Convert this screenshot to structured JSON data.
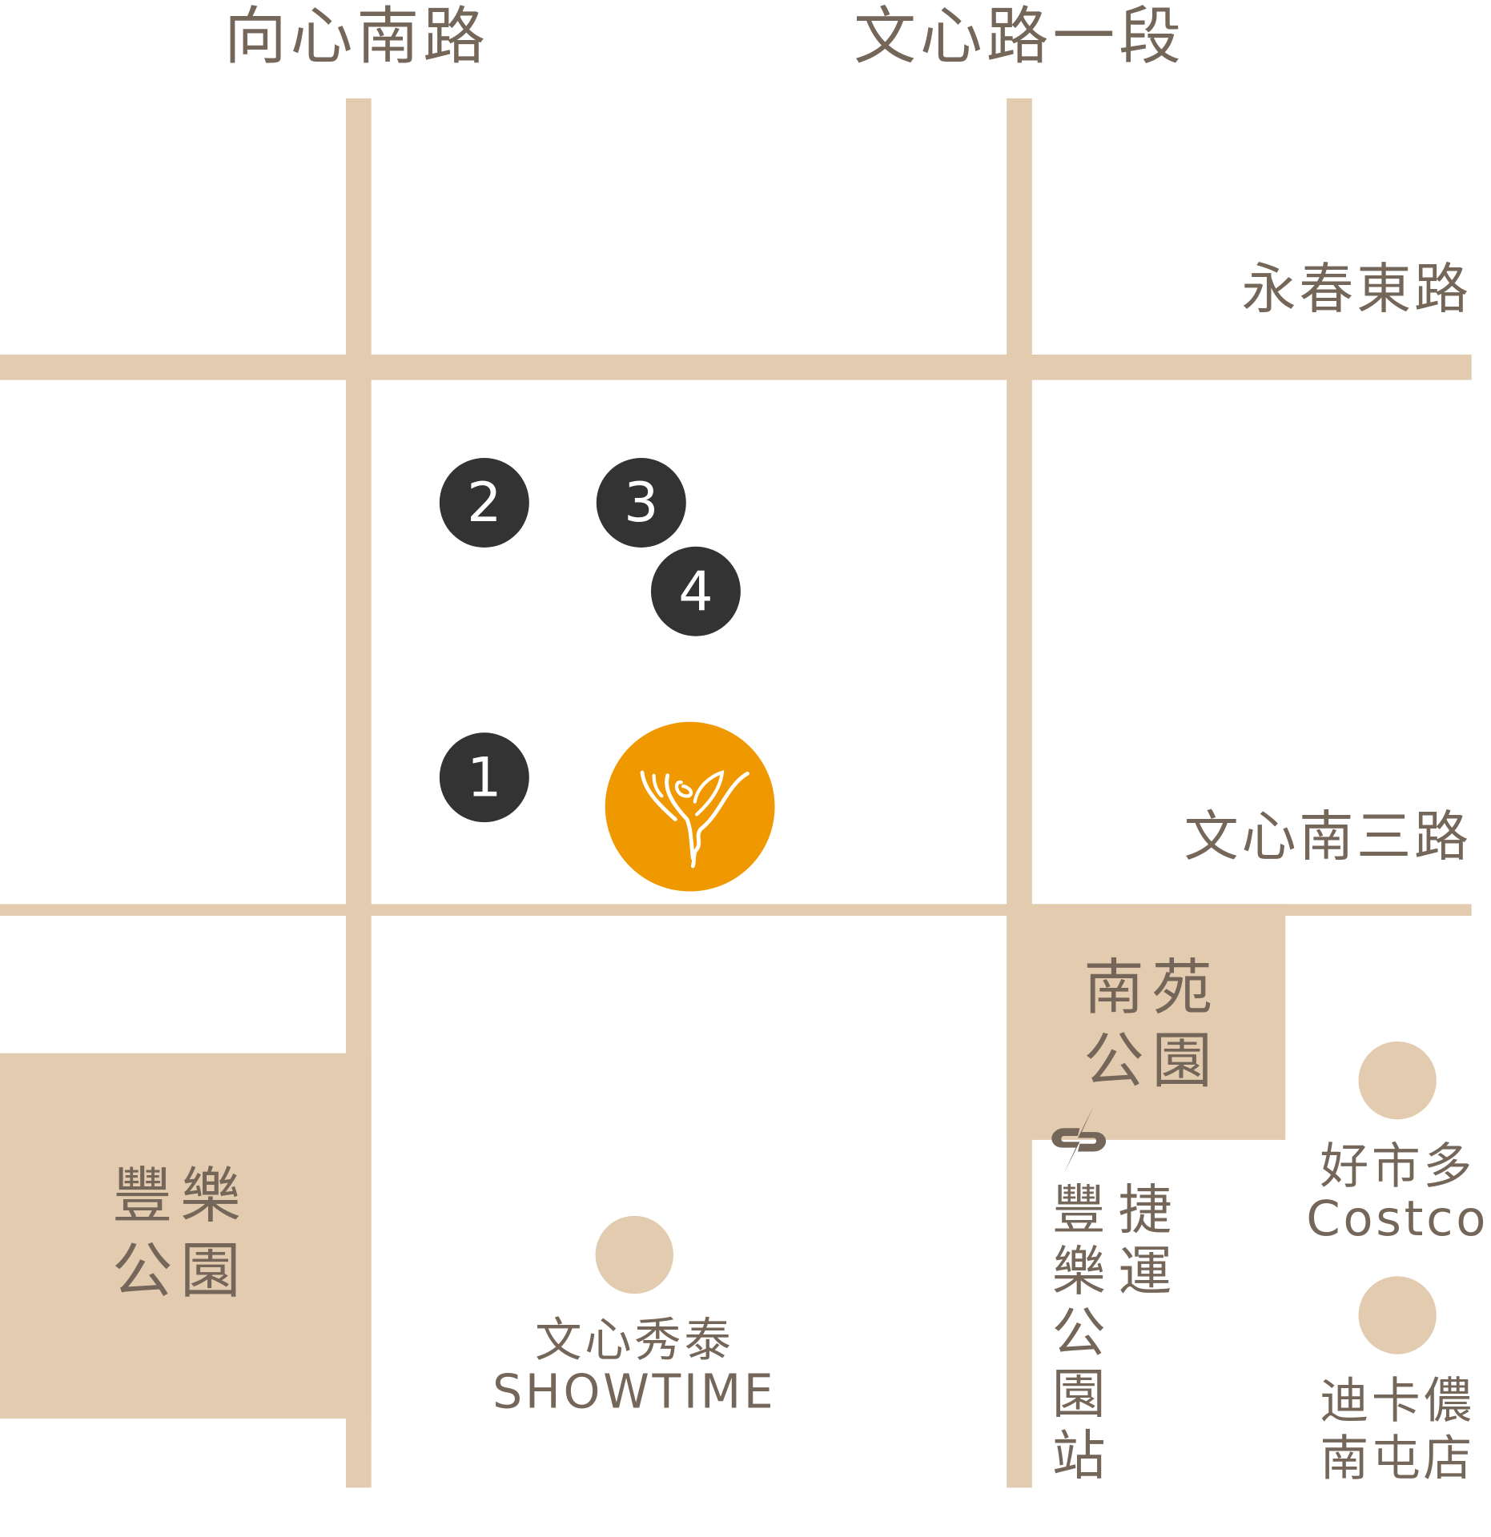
{
  "colors": {
    "road": "#e3cbb0",
    "text": "#75665a",
    "marker": "#333333",
    "brand": "#f09800"
  },
  "roads": {
    "xiangxin_south": "向心南路",
    "wenxin_sec1": "文心路一段",
    "yongchun_east": "永春東路",
    "wenxin_south3": "文心南三路"
  },
  "parks": {
    "fengle": [
      "豐樂",
      "公園"
    ],
    "nanyuan": [
      "南苑",
      "公園"
    ]
  },
  "markers": [
    "1",
    "2",
    "3",
    "4"
  ],
  "mrt": {
    "icon": "metro-icon",
    "col1": [
      "豐",
      "樂",
      "公",
      "園",
      "站"
    ],
    "col2": [
      "捷",
      "運"
    ]
  },
  "pois": {
    "costco": [
      "好市多",
      "Costco"
    ],
    "decathlon": [
      "迪卡儂",
      "南屯店"
    ],
    "showtime": [
      "文心秀泰",
      "SHOWTIME"
    ]
  },
  "logo": {
    "icon": "brand-logo-icon"
  }
}
